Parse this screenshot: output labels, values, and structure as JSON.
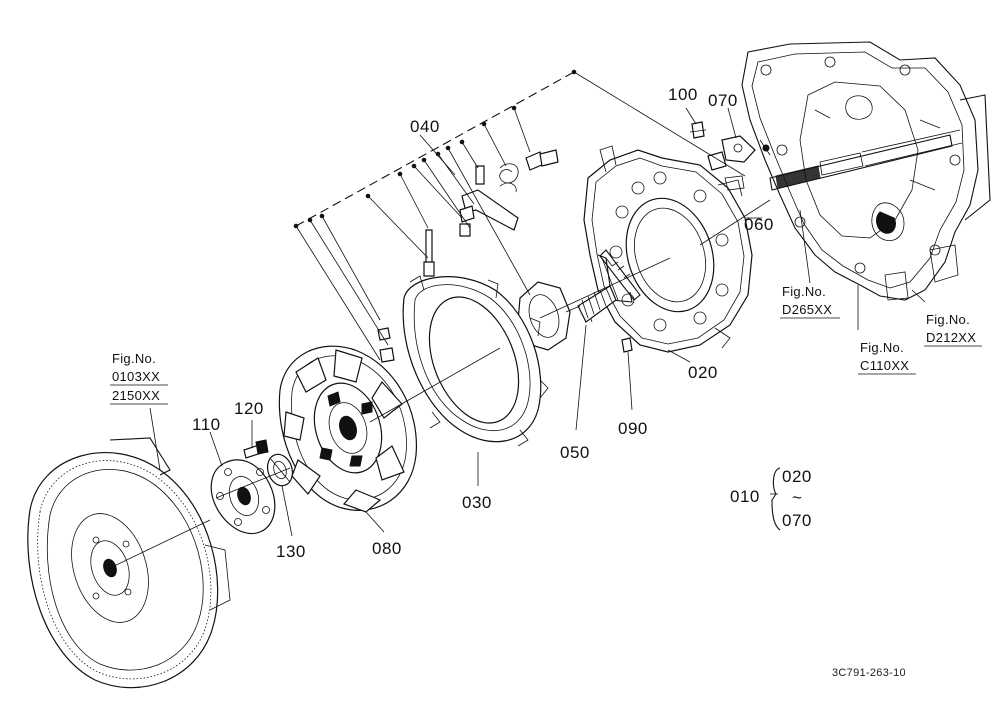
{
  "labels": {
    "p010": "010",
    "p020": "020",
    "p030": "030",
    "p040": "040",
    "p050": "050",
    "p060": "060",
    "p070": "070",
    "p080": "080",
    "p090": "090",
    "p100": "100",
    "p110": "110",
    "p120": "120",
    "p130": "130"
  },
  "range_note": {
    "start": "020",
    "tilde": "~",
    "end": "070"
  },
  "figure_refs": {
    "flywheel": {
      "prefix": "Fig.No.",
      "line1": "0103XX",
      "line2": "2150XX"
    },
    "shaft": {
      "prefix": "Fig.No.",
      "line1": "D265XX"
    },
    "housing_c": {
      "prefix": "Fig.No.",
      "line1": "C110XX"
    },
    "housing_d": {
      "prefix": "Fig.No.",
      "line1": "D212XX"
    }
  },
  "drawing_code": "3C791-263-10",
  "icons": {
    "flywheel": "flywheel-icon",
    "clutch_disc": "clutch-disc-icon",
    "pressure_plate": "pressure-plate-icon",
    "clutch_cover": "clutch-cover-icon",
    "housing": "transmission-housing-icon"
  }
}
